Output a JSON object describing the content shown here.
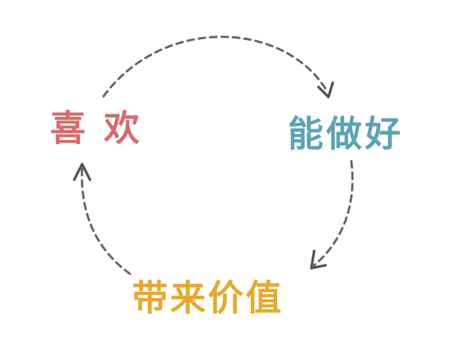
{
  "cycle": {
    "nodes": [
      {
        "label": "喜 欢",
        "color": "#d96a6a"
      },
      {
        "label": "能做好",
        "color": "#5aa4b2"
      },
      {
        "label": "带来价值",
        "color": "#e8a92a"
      }
    ],
    "arrow_color": "#4a4a4a",
    "direction": "clockwise"
  }
}
